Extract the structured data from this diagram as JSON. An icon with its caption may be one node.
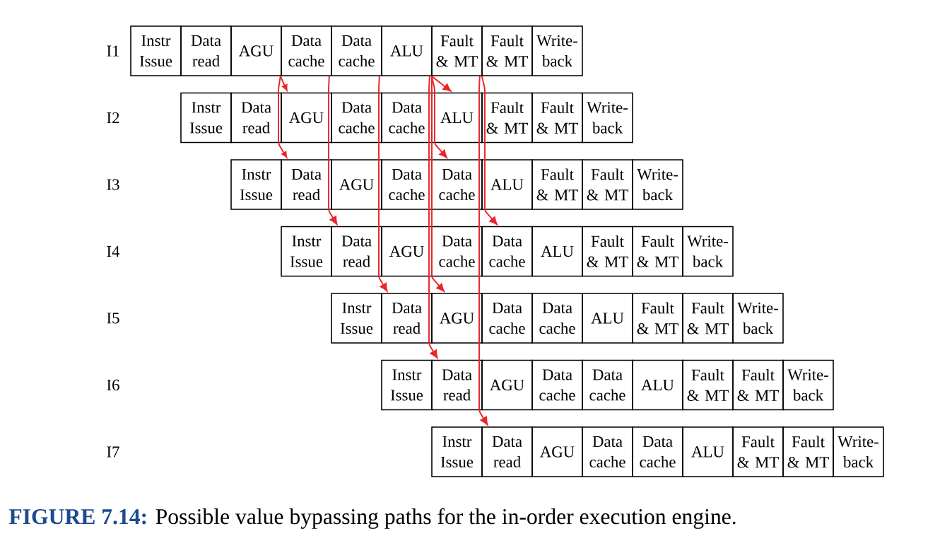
{
  "diagram": {
    "caption": "**FIGURE 7.14:** Possible value bypassing paths for the in-order execution engine.",
    "nodes": [
      {
        "text": [
          "Instr Issue"
        ]
      },
      {
        "text": [
          "Data read"
        ]
      },
      {
        "text": [
          "AGU"
        ]
      },
      {
        "text": [
          "Data cache"
        ]
      },
      {
        "text": [
          "Data cache"
        ]
      },
      {
        "text": [
          "ALU"
        ]
      },
      {
        "text": [
          "Fault & MT"
        ]
      },
      {
        "text": [
          "Fault & MT"
        ]
      },
      {
        "text": [
          "Write- back"
        ]
      },
      {
        "text": [
          "Instr Issue"
        ]
      },
      {
        "text": [
          "Data read"
        ]
      },
      {
        "text": [
          "AGU"
        ]
      },
      {
        "text": [
          "Data cache"
        ]
      },
      {
        "text": [
          "Data cache"
        ]
      },
      {
        "text": [
          "ALU"
        ]
      },
      {
        "text": [
          "Fault & MT"
        ]
      },
      {
        "text": [
          "Fault & MT"
        ]
      },
      {
        "text": [
          "Write- back"
        ]
      },
      {
        "text": [
          "Instr Issue"
        ]
      },
      {
        "text": [
          "Data read"
        ]
      },
      {
        "text": [
          "AGU"
        ]
      },
      {
        "text": [
          "Data cache"
        ]
      },
      {
        "text": [
          "Data cache"
        ]
      },
      {
        "text": [
          "ALU"
        ]
      },
      {
        "text": [
          "Fault & MT"
        ]
      },
      {
        "text": [
          "Fault & MT"
        ]
      },
      {
        "text": [
          "Write- back"
        ]
      },
      {
        "text": [
          "Instr Issue"
        ]
      },
      {
        "text": [
          "Data read"
        ]
      },
      {
        "text": [
          "AGU"
        ]
      },
      {
        "text": [
          "Data cache"
        ]
      },
      {
        "text": [
          "Data cache"
        ]
      },
      {
        "text": [
          "ALU"
        ]
      },
      {
        "text": [
          "Fault & MT"
        ]
      },
      {
        "text": [
          "Fault & MT"
        ]
      },
      {
        "text": [
          "Write- back"
        ]
      },
      {
        "text": [
          "Instr Issue"
        ]
      },
      {
        "text": [
          "Data read"
        ]
      },
      {
        "text": [
          "AGU"
        ]
      },
      {
        "text": [
          "Data cache"
        ]
      },
      {
        "text": [
          "Data cache"
        ]
      },
      {
        "text": [
          "ALU"
        ]
      },
      {
        "text": [
          "Fault & MT"
        ]
      },
      {
        "text": [
          "Fault & MT"
        ]
      },
      {
        "text": [
          "Write- back"
        ]
      },
      {
        "text": [
          "Instr Issue"
        ]
      },
      {
        "text": [
          "Data read"
        ]
      },
      {
        "text": [
          "AGU"
        ]
      },
      {
        "text": [
          "Data cache"
        ]
      },
      {
        "text": [
          "Data cache"
        ]
      },
      {
        "text": [
          "ALU"
        ]
      },
      {
        "text": [
          "Fault & MT"
        ]
      },
      {
        "text": [
          "Fault & MT"
        ]
      },
      {
        "text": [
          "Write- back"
        ]
      },
      {
        "text": [
          "Instr Issue"
        ]
      },
      {
        "text": [
          "Data read"
        ]
      },
      {
        "text": [
          "AGU"
        ]
      },
      {
        "text": [
          "Data cache"
        ]
      },
      {
        "text": [
          "Data cache"
        ]
      },
      {
        "text": [
          "ALU"
        ]
      },
      {
        "text": [
          "Fault & MT"
        ]
      },
      {
        "text": [
          "Fault & MT"
        ]
      },
      {
        "text": [
          "Write- back"
        ]
      }
    ],
    "edges": [
      {
        "from": 2,
        "to": 11,
        "arrow": "to"
      },
      {
        "from": 2,
        "to": 19,
        "arrow": "to"
      },
      {
        "from": 3,
        "to": 28,
        "arrow": "to"
      },
      {
        "from": 4,
        "to": 37,
        "arrow": "to"
      },
      {
        "from": 5,
        "to": 14,
        "arrow": "to"
      },
      {
        "from": 5,
        "to": 22,
        "arrow": "to"
      },
      {
        "from": 5,
        "to": 38,
        "arrow": "to"
      },
      {
        "from": 5,
        "to": 46,
        "arrow": "to"
      },
      {
        "from": 6,
        "to": 31,
        "arrow": "to"
      },
      {
        "from": 6,
        "to": 55,
        "arrow": "to"
      }
    ],
    "labels": [
      "I1",
      "I2",
      "I3",
      "I4",
      "I5",
      "I6",
      "I7"
    ]
  }
}
